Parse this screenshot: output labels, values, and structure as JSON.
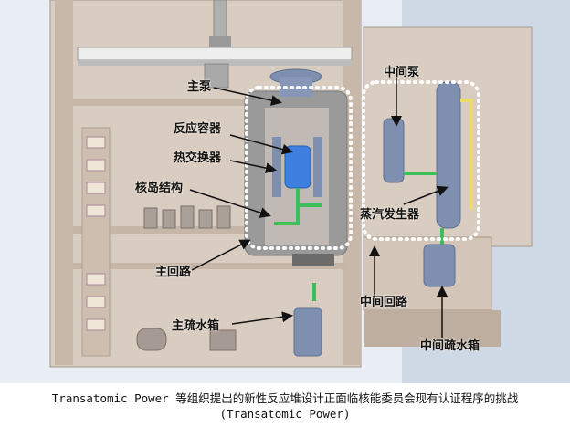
{
  "labels": {
    "main_pump": "主泵",
    "reactor_vessel": "反应容器",
    "heat_exchanger": "热交换器",
    "nuclear_island": "核岛结构",
    "main_loop": "主回路",
    "main_drain_tank": "主疏水箱",
    "intermediate_pump": "中间泵",
    "steam_generator": "蒸汽发生器",
    "intermediate_loop": "中间回路",
    "intermediate_drain_tank": "中间疏水箱"
  },
  "caption": {
    "line1": "Transatomic Power 等组织提出的新性反应堆设计正面临核能委员会现有认证程序的挑战",
    "line2": "(Transatomic Power)"
  },
  "colors": {
    "building": "#d8cbbf",
    "building_dark": "#b9aa9c",
    "equipment": "#7f8fb0",
    "reactor": "#3f7fe0",
    "pipe_green": "#3bbf5a",
    "pipe_yellow": "#e9dc6a",
    "sky": "#c9d6e6"
  }
}
